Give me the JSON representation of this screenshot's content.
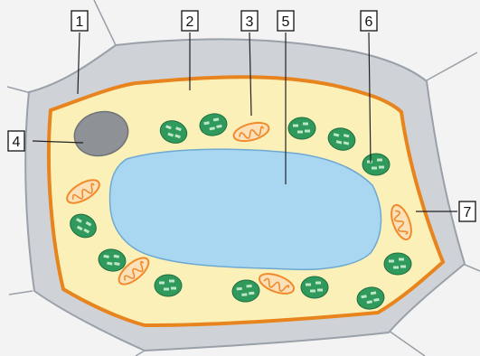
{
  "labels": [
    "1",
    "2",
    "3",
    "4",
    "5",
    "6",
    "7"
  ],
  "colors": {
    "background": "#f3f3f4",
    "cell_wall": "#cfd3d8",
    "cell_wall_edge": "#9aa0a8",
    "cell_membrane": "#e8841e",
    "cytoplasm": "#fbf1b8",
    "vacuole": "#a9d7f2",
    "vacuole_edge": "#6ea9d2",
    "nucleus": "#8e9196",
    "chloroplast": "#2f9a5c",
    "chloroplast_inner": "#bfe6c8",
    "mitochondrion": "#f08a2a"
  }
}
